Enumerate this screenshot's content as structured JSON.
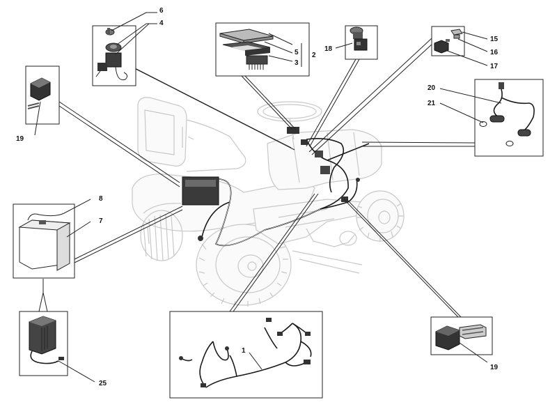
{
  "diagram": {
    "callouts": {
      "c1": "1",
      "c2": "2",
      "c3": "3",
      "c4": "4",
      "c5": "5",
      "c6": "6",
      "c7": "7",
      "c8": "8",
      "c15": "15",
      "c16": "16",
      "c17": "17",
      "c18": "18",
      "c19a": "19",
      "c19b": "19",
      "c20": "20",
      "c21": "21",
      "c25": "25"
    }
  }
}
